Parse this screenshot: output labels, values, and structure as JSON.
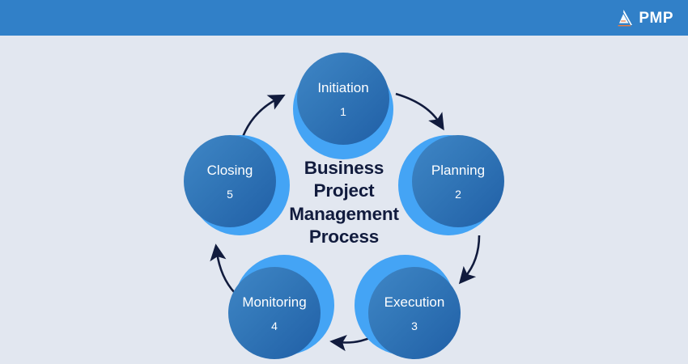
{
  "header": {
    "background_color": "#3180c8",
    "logo": {
      "mark_name": "pyramid-logo-mark",
      "text": "PMP"
    }
  },
  "page": {
    "background_color": "#e2e7f0"
  },
  "diagram": {
    "type": "cycle",
    "center_title_lines": [
      "Business",
      "Project",
      "Management",
      "Process"
    ],
    "center_title_color": "#111b3d",
    "node_colors": {
      "disc_gradient_from": "#3f86c6",
      "disc_gradient_to": "#205fa6",
      "arc": "#44a4f5",
      "label": "#ffffff"
    },
    "connector_color": "#111b3d",
    "stages": [
      {
        "label": "Initiation",
        "number": "1"
      },
      {
        "label": "Planning",
        "number": "2"
      },
      {
        "label": "Execution",
        "number": "3"
      },
      {
        "label": "Monitoring",
        "number": "4"
      },
      {
        "label": "Closing",
        "number": "5"
      }
    ]
  }
}
